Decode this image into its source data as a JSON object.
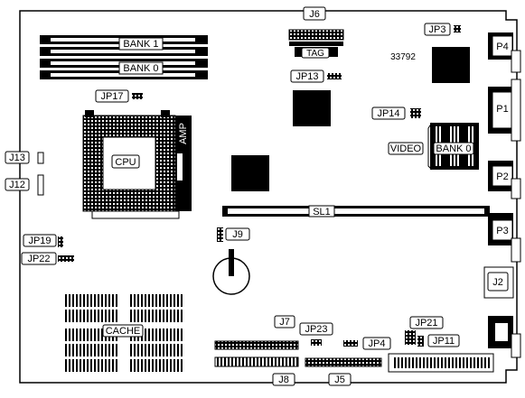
{
  "diagram": {
    "board_id": "33792",
    "memory": {
      "bank1_label": "BANK 1",
      "tag_label": "TAG",
      "bank0_label": "BANK 0"
    },
    "video": {
      "label": "VIDEO",
      "bank_label": "BANK 0"
    },
    "cpu": {
      "label": "CPU",
      "socket_brand": "AMP"
    },
    "slot_label": "SL1",
    "cache_label": "CACHE",
    "connectors": {
      "p4": "P4",
      "p1": "P1",
      "p2": "P2",
      "p3": "P3",
      "j2": "J2",
      "j6": "J6",
      "j7": "J7",
      "j8": "J8",
      "j5": "J5",
      "j9": "J9",
      "j12": "J12",
      "j13": "J13"
    },
    "jumpers": {
      "jp3": "JP3",
      "jp13": "JP13",
      "jp14": "JP14",
      "jp17": "JP17",
      "jp19": "JP19",
      "jp22": "JP22",
      "jp23": "JP23",
      "jp4": "JP4",
      "jp21": "JP21",
      "jp11": "JP11"
    },
    "colors": {
      "ink": "#000000",
      "paper": "#ffffff"
    }
  }
}
